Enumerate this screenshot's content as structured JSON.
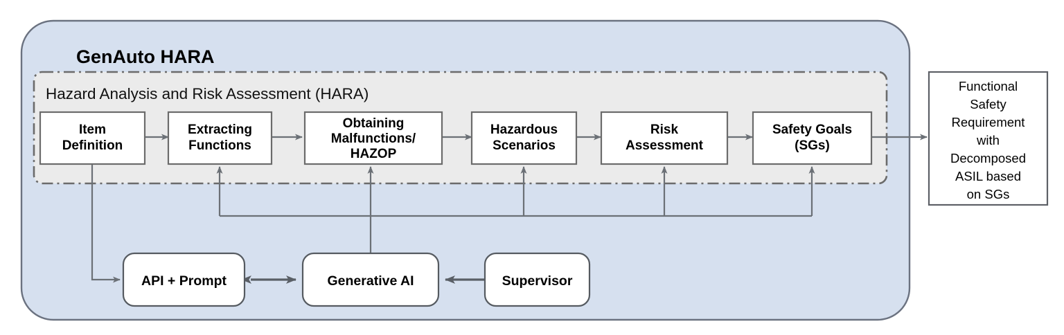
{
  "diagram": {
    "title": "GenAuto HARA",
    "inner_panel_title": "Hazard Analysis and Risk Assessment (HARA)",
    "colors": {
      "outer_panel_fill": "#d6e0ef",
      "inner_panel_fill": "#ebebeb",
      "box_fill": "#ffffff",
      "border": "#6b6b6b",
      "connector": "#6b7076",
      "text": "#000000"
    },
    "hara_steps": [
      {
        "id": "item-definition",
        "lines": [
          "Item",
          "Definition"
        ]
      },
      {
        "id": "extracting-functions",
        "lines": [
          "Extracting",
          "Functions"
        ]
      },
      {
        "id": "obtaining-malfunctions-hazop",
        "lines": [
          "Obtaining",
          "Malfunctions/",
          "HAZOP"
        ]
      },
      {
        "id": "hazardous-scenarios",
        "lines": [
          "Hazardous",
          "Scenarios"
        ]
      },
      {
        "id": "risk-assessment",
        "lines": [
          "Risk",
          "Assessment"
        ]
      },
      {
        "id": "safety-goals",
        "lines": [
          "Safety Goals",
          "(SGs)"
        ]
      }
    ],
    "agent_nodes": [
      {
        "id": "api-prompt",
        "label": "API + Prompt"
      },
      {
        "id": "generative-ai",
        "label": "Generative AI"
      },
      {
        "id": "supervisor",
        "label": "Supervisor"
      }
    ],
    "output_box": {
      "id": "functional-safety-requirement",
      "lines": [
        "Functional",
        "Safety",
        "Requirement",
        "with",
        "Decomposed",
        "ASIL based",
        "on SGs"
      ]
    }
  }
}
